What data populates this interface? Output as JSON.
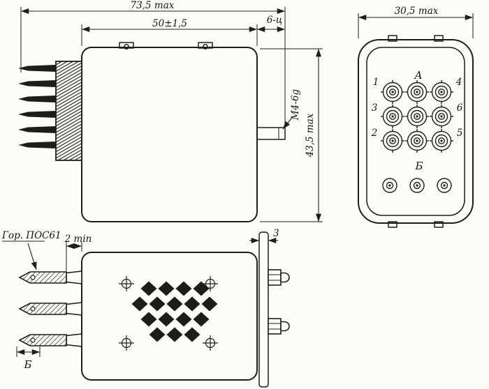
{
  "side_view": {
    "dim_overall_width": "73,5 max",
    "dim_body_width": "50±1,5",
    "dim_stud_length": "6-ц",
    "thread_callout": "М4-6g",
    "dim_height": "43,5 max"
  },
  "front_view": {
    "dim_width": "30,5 max",
    "pin_labels": {
      "p1": "1",
      "p2": "2",
      "p3": "3",
      "p4": "4",
      "p5": "5",
      "p6": "6",
      "pA": "А",
      "pB": "Б"
    }
  },
  "bottom_view": {
    "solder_note": "Гор. ПОС61",
    "dim_terminal": "2 min",
    "dim_flange_thickness": "3",
    "datum_label": "Б"
  }
}
